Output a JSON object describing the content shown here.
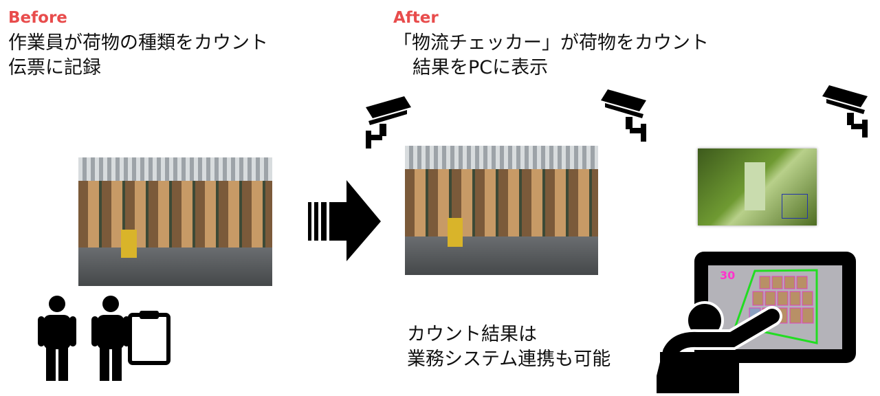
{
  "before": {
    "label": "Before",
    "line1": "作業員が荷物の種類をカウント",
    "line2": "伝票に記録"
  },
  "after": {
    "label": "After",
    "line1": "「物流チェッカー」が荷物をカウント",
    "line2": "結果をPCに表示"
  },
  "bottom": {
    "line1": "カウント結果は",
    "line2": "業務システム連携も可能"
  },
  "monitor": {
    "count": "30"
  },
  "colors": {
    "accent": "#E84C4C",
    "detect_box": "#22dd22",
    "count": "#ff33cc"
  }
}
